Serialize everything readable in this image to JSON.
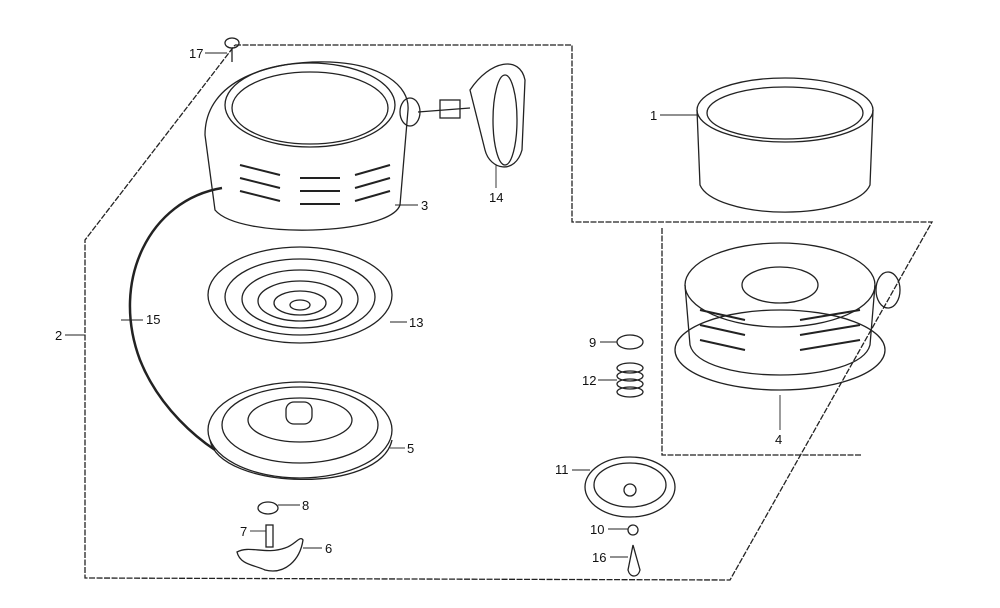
{
  "diagram": {
    "title": "Recoil starter exploded parts diagram",
    "callouts": [
      {
        "id": "p1",
        "text": "1"
      },
      {
        "id": "p2",
        "text": "2"
      },
      {
        "id": "p3",
        "text": "3"
      },
      {
        "id": "p4",
        "text": "4"
      },
      {
        "id": "p5",
        "text": "5"
      },
      {
        "id": "p6",
        "text": "6"
      },
      {
        "id": "p7",
        "text": "7"
      },
      {
        "id": "p8",
        "text": "8"
      },
      {
        "id": "p9",
        "text": "9"
      },
      {
        "id": "p10",
        "text": "10"
      },
      {
        "id": "p11",
        "text": "11"
      },
      {
        "id": "p12",
        "text": "12"
      },
      {
        "id": "p13",
        "text": "13"
      },
      {
        "id": "p14",
        "text": "14"
      },
      {
        "id": "p15",
        "text": "15"
      },
      {
        "id": "p16",
        "text": "16"
      },
      {
        "id": "p17",
        "text": "17"
      }
    ]
  }
}
